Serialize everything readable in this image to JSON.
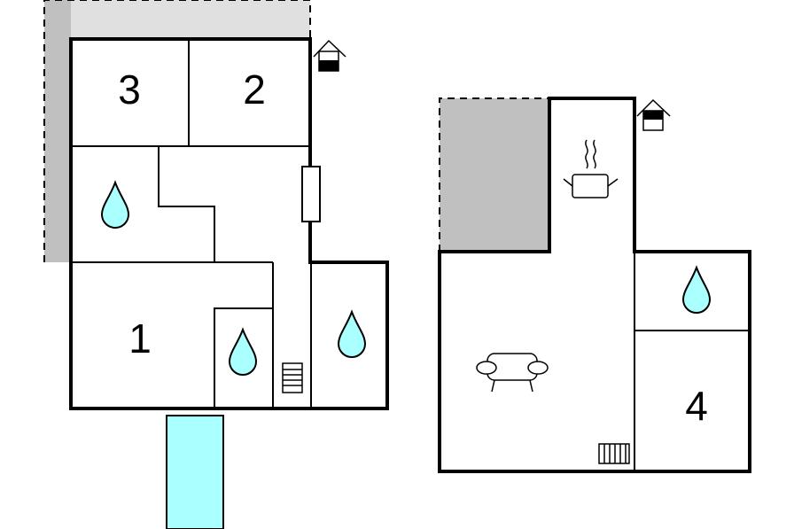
{
  "floor_plan": {
    "rooms": [
      {
        "id": "room-1",
        "label": "1"
      },
      {
        "id": "room-2",
        "label": "2"
      },
      {
        "id": "room-3",
        "label": "3"
      },
      {
        "id": "room-4",
        "label": "4"
      }
    ],
    "colors": {
      "background": "#ffffff",
      "walls": "#000000",
      "terrace": "#c0c0c0",
      "terrace_light": "#e0e0e0",
      "pool": "#aaffff",
      "water_drop": "#aaffff"
    },
    "icons": [
      "entrance-house-icon",
      "bathroom-drop-icon",
      "radiator-icon",
      "kitchen-pot-icon",
      "sofa-icon"
    ]
  }
}
